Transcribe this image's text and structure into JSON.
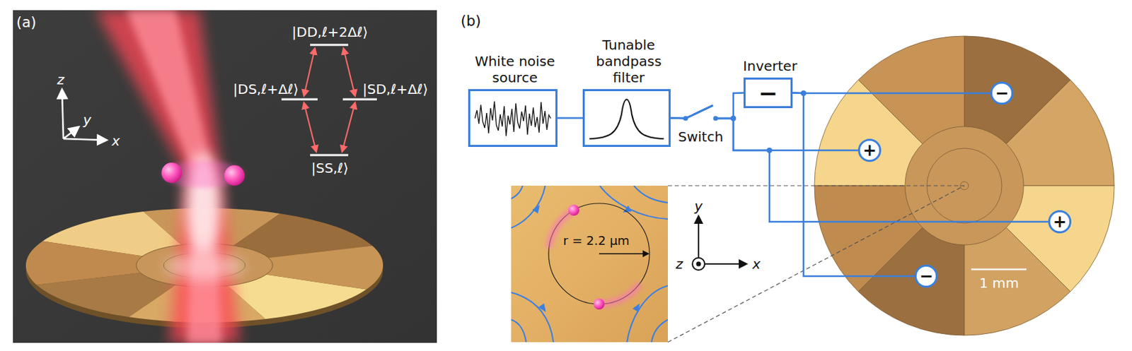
{
  "diagram": {
    "nodes": [
      {
        "text": [
          "White noise source"
        ]
      },
      {
        "text": [
          "Tunable bandpass filter"
        ]
      },
      {
        "text": [
          "Inverter",
          "−"
        ]
      },
      {
        "text": [
          "−"
        ]
      },
      {
        "text": [
          "+"
        ]
      },
      {
        "text": [
          "+"
        ]
      },
      {
        "text": [
          "−"
        ]
      }
    ],
    "edges": [
      {
        "from": 0,
        "to": 1,
        "arrow": "none"
      },
      {
        "from": 1,
        "to": 2,
        "arrow": "none"
      },
      {
        "from": 1,
        "to": 4,
        "arrow": "none"
      },
      {
        "from": 1,
        "to": 5,
        "arrow": "none"
      },
      {
        "from": 2,
        "to": 3,
        "arrow": "none"
      },
      {
        "from": 2,
        "to": 6,
        "arrow": "none"
      }
    ],
    "labels": [
      "(a)",
      "z",
      "y",
      "x",
      "|DD,ℓ+2Δℓ⟩",
      "|DS,ℓ+Δℓ⟩",
      "|SD,ℓ+Δℓ⟩",
      "|SS,ℓ⟩",
      "(b)",
      "Switch",
      "r = 2.2 µm",
      "y",
      "z",
      "x",
      "1 mm"
    ]
  }
}
